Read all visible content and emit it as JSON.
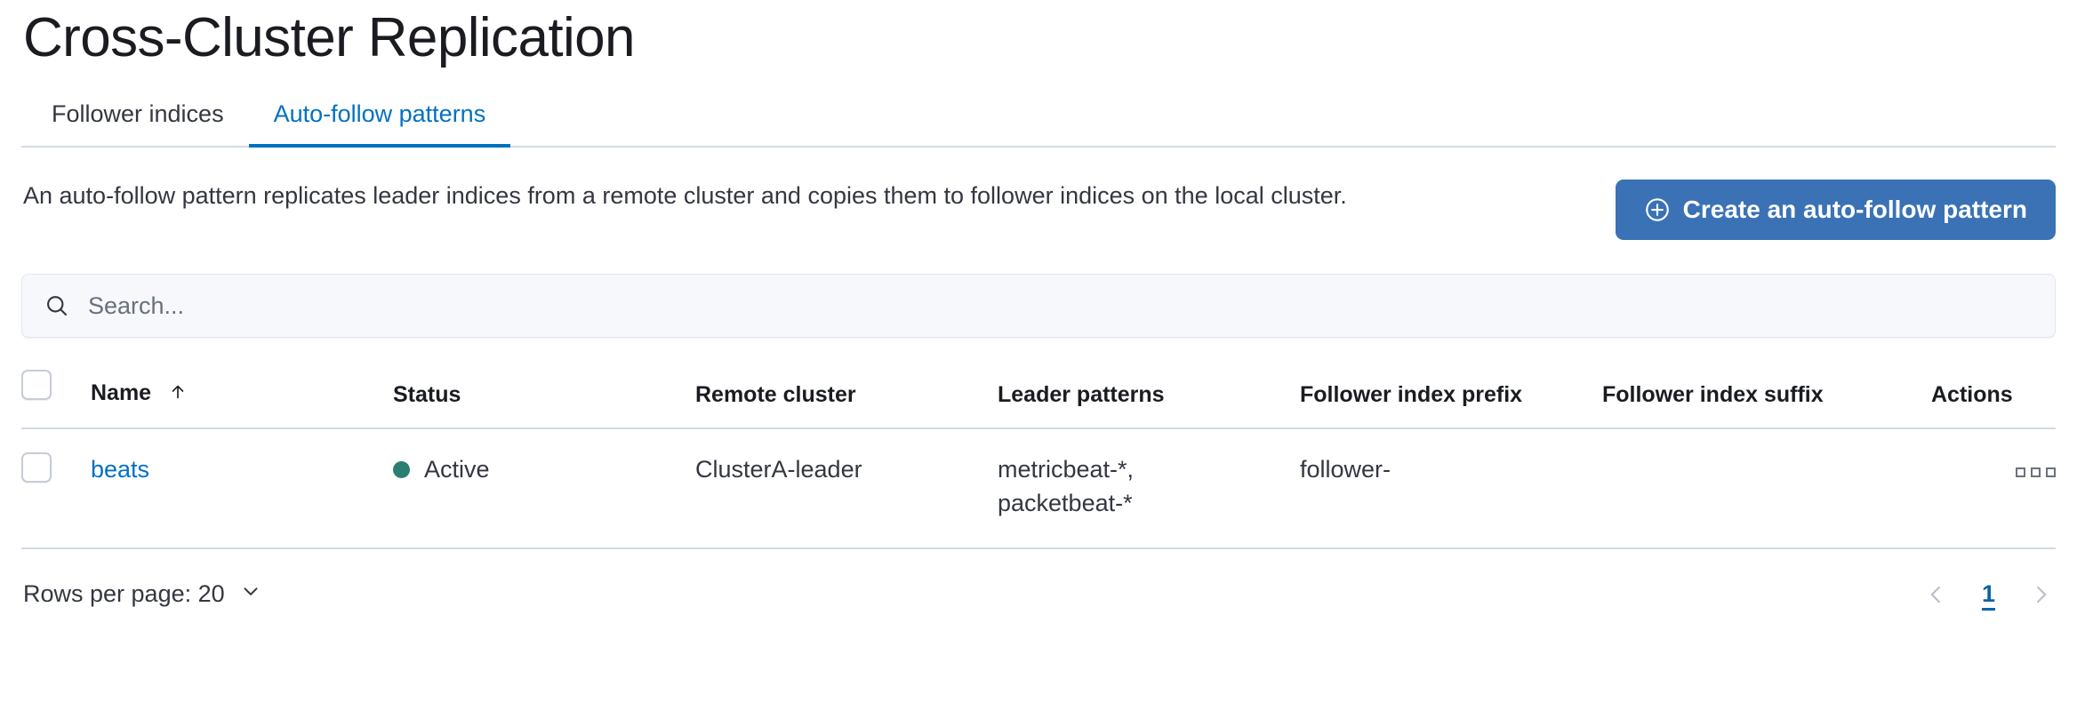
{
  "header": {
    "title": "Cross-Cluster Replication"
  },
  "tabs": [
    {
      "label": "Follower indices",
      "active": false
    },
    {
      "label": "Auto-follow patterns",
      "active": true
    }
  ],
  "description": {
    "text": "An auto-follow pattern replicates leader indices from a remote cluster and copies them to follower indices on the local cluster."
  },
  "actions": {
    "create_button_label": "Create an auto-follow pattern",
    "create_button_icon": "plus-in-circle-icon",
    "create_button_color": "#3a72b5"
  },
  "search": {
    "placeholder": "Search...",
    "value": "",
    "icon": "search-icon"
  },
  "table": {
    "columns": [
      "Name",
      "Status",
      "Remote cluster",
      "Leader patterns",
      "Follower index prefix",
      "Follower index suffix",
      "Actions"
    ],
    "sorted_column": "Name",
    "sort_direction": "ascending",
    "sort_icon": "arrow-up-icon",
    "rows": [
      {
        "name": "beats",
        "status": "Active",
        "status_color": "#2a7e72",
        "remote_cluster": "ClusterA-leader",
        "leader_patterns": "metricbeat-*,\npacketbeat-*",
        "follower_index_prefix": "follower-",
        "follower_index_suffix": "",
        "actions_icon": "boxes-horizontal-icon"
      }
    ]
  },
  "footer": {
    "rows_per_page_label": "Rows per page: 20",
    "rows_per_page_icon": "chevron-down-icon",
    "prev_icon": "chevron-left-icon",
    "next_icon": "chevron-right-icon",
    "current_page": "1"
  },
  "colors": {
    "link": "#0071c2",
    "primary": "#3a72b5",
    "border": "#d3dae6",
    "text": "#343741",
    "status_active": "#2a7e72"
  }
}
